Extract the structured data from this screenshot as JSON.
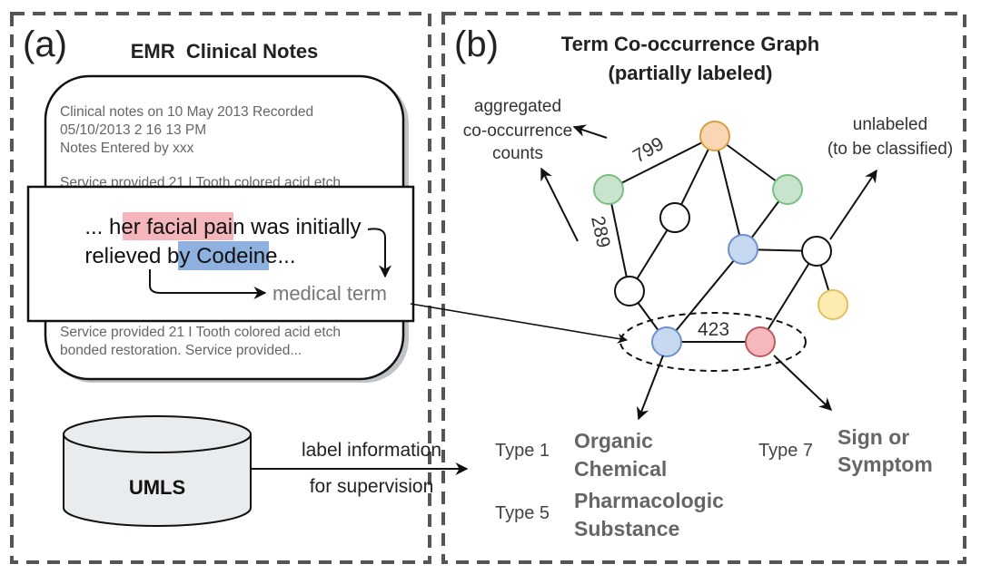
{
  "panel_a": {
    "label": "(a)",
    "title": "EMR  Clinical Notes",
    "note_lines_top": [
      "Clinical notes on 10 May 2013 Recorded",
      "05/10/2013 2 16 13 PM",
      "Notes Entered by xxx",
      "Service provided 21 I Tooth colored acid etch"
    ],
    "note_lines_bottom": [
      "Service provided 21 I Tooth colored acid etch",
      "bonded restoration. Service provided..."
    ],
    "snippet": {
      "line1_prefix": "... her ",
      "highlight_symptom": "facial pain",
      "line1_suffix": " was initially",
      "line2_prefix": "relieved by ",
      "highlight_drug": "Codeine",
      "line2_suffix": "...",
      "medical_term_label": "medical term"
    },
    "database": {
      "name": "UMLS",
      "arrow_label_line1": "label information",
      "arrow_label_line2": "for supervision"
    }
  },
  "panel_b": {
    "label": "(b)",
    "title_line1": "Term Co-occurrence Graph",
    "title_line2": "(partially labeled)",
    "annotation_counts": [
      "aggregated",
      "co-occurrence",
      "counts"
    ],
    "annotation_unlabeled": [
      "unlabeled",
      "(to be classified)"
    ],
    "edge_weights": {
      "orange_green": "799",
      "green_white": "289",
      "blue_red": "423"
    },
    "node_colors": {
      "orange": {
        "fill": "#fcd5b4",
        "stroke": "#d4a040"
      },
      "green": {
        "fill": "#c9e4cc",
        "stroke": "#7bbf7f"
      },
      "blue": {
        "fill": "#c7d9f1",
        "stroke": "#6f92cc"
      },
      "red": {
        "fill": "#f5b9bd",
        "stroke": "#b85c60"
      },
      "yellow": {
        "fill": "#fdecb0",
        "stroke": "#e0c060"
      },
      "white": {
        "fill": "#ffffff",
        "stroke": "#111111"
      }
    },
    "types": [
      {
        "num": "Type 1",
        "name_line1": "Organic",
        "name_line2": "Chemical"
      },
      {
        "num": "Type 5",
        "name_line1": "Pharmacologic",
        "name_line2": "Substance"
      },
      {
        "num": "Type 7",
        "name_line1": "Sign or",
        "name_line2": "Symptom"
      }
    ]
  },
  "colors": {
    "highlight_symptom": "#f4b6bb",
    "highlight_drug": "#8fb1e0",
    "dash_border": "#555555",
    "cylinder_fill": "#e9ecee"
  }
}
